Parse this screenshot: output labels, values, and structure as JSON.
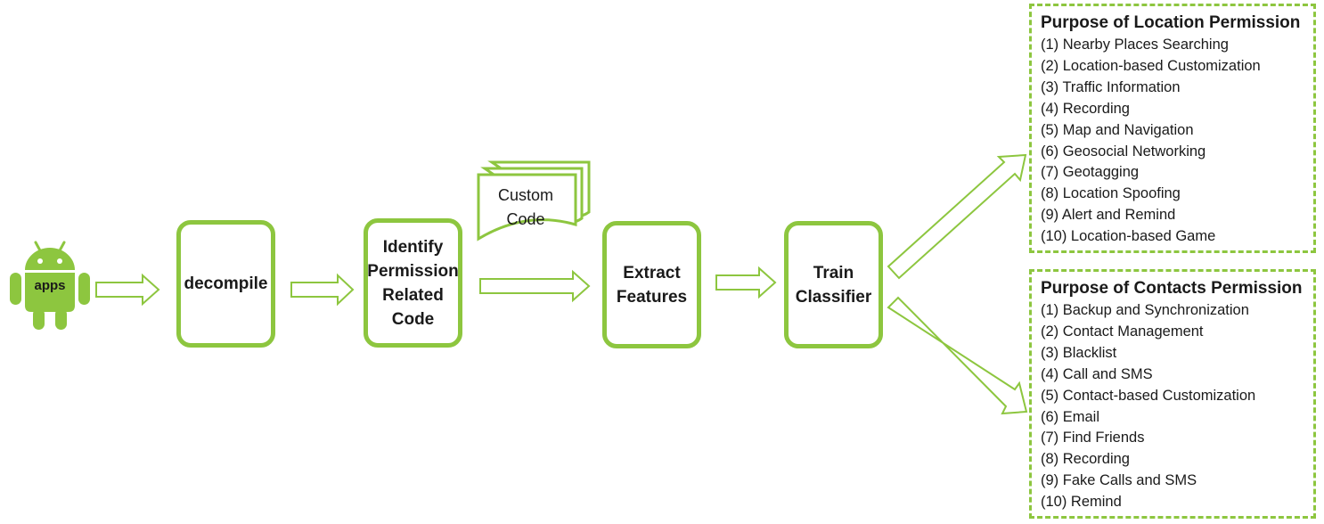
{
  "android": {
    "label": "apps",
    "icon": "android-robot-icon"
  },
  "steps": [
    {
      "id": "decompile",
      "label": "decompile"
    },
    {
      "id": "identify",
      "label": "Identify\nPermission\nRelated\nCode"
    },
    {
      "id": "extract",
      "label": "Extract\nFeatures"
    },
    {
      "id": "train",
      "label": "Train\nClassifier"
    }
  ],
  "custom_code": {
    "label": "Custom\nCode",
    "icon": "document-stack-icon"
  },
  "location_panel": {
    "title": "Purpose of Location Permission",
    "items": [
      "(1)  Nearby Places Searching",
      "(2)  Location-based Customization",
      "(3)  Traffic Information",
      "(4)  Recording",
      "(5)  Map and Navigation",
      "(6)  Geosocial Networking",
      "(7)  Geotagging",
      "(8)  Location Spoofing",
      "(9)  Alert and Remind",
      "(10)  Location-based Game"
    ]
  },
  "contacts_panel": {
    "title": "Purpose of Contacts Permission",
    "items": [
      "(1)  Backup and Synchronization",
      "(2)  Contact Management",
      "(3)  Blacklist",
      "(4)  Call and SMS",
      "(5)  Contact-based Customization",
      "(6)  Email",
      "(7)  Find Friends",
      "(8)  Recording",
      "(9)  Fake Calls and SMS",
      "(10) Remind"
    ]
  },
  "colors": {
    "accent": "#8dc63f",
    "text": "#1a1a1a",
    "background": "#ffffff"
  }
}
